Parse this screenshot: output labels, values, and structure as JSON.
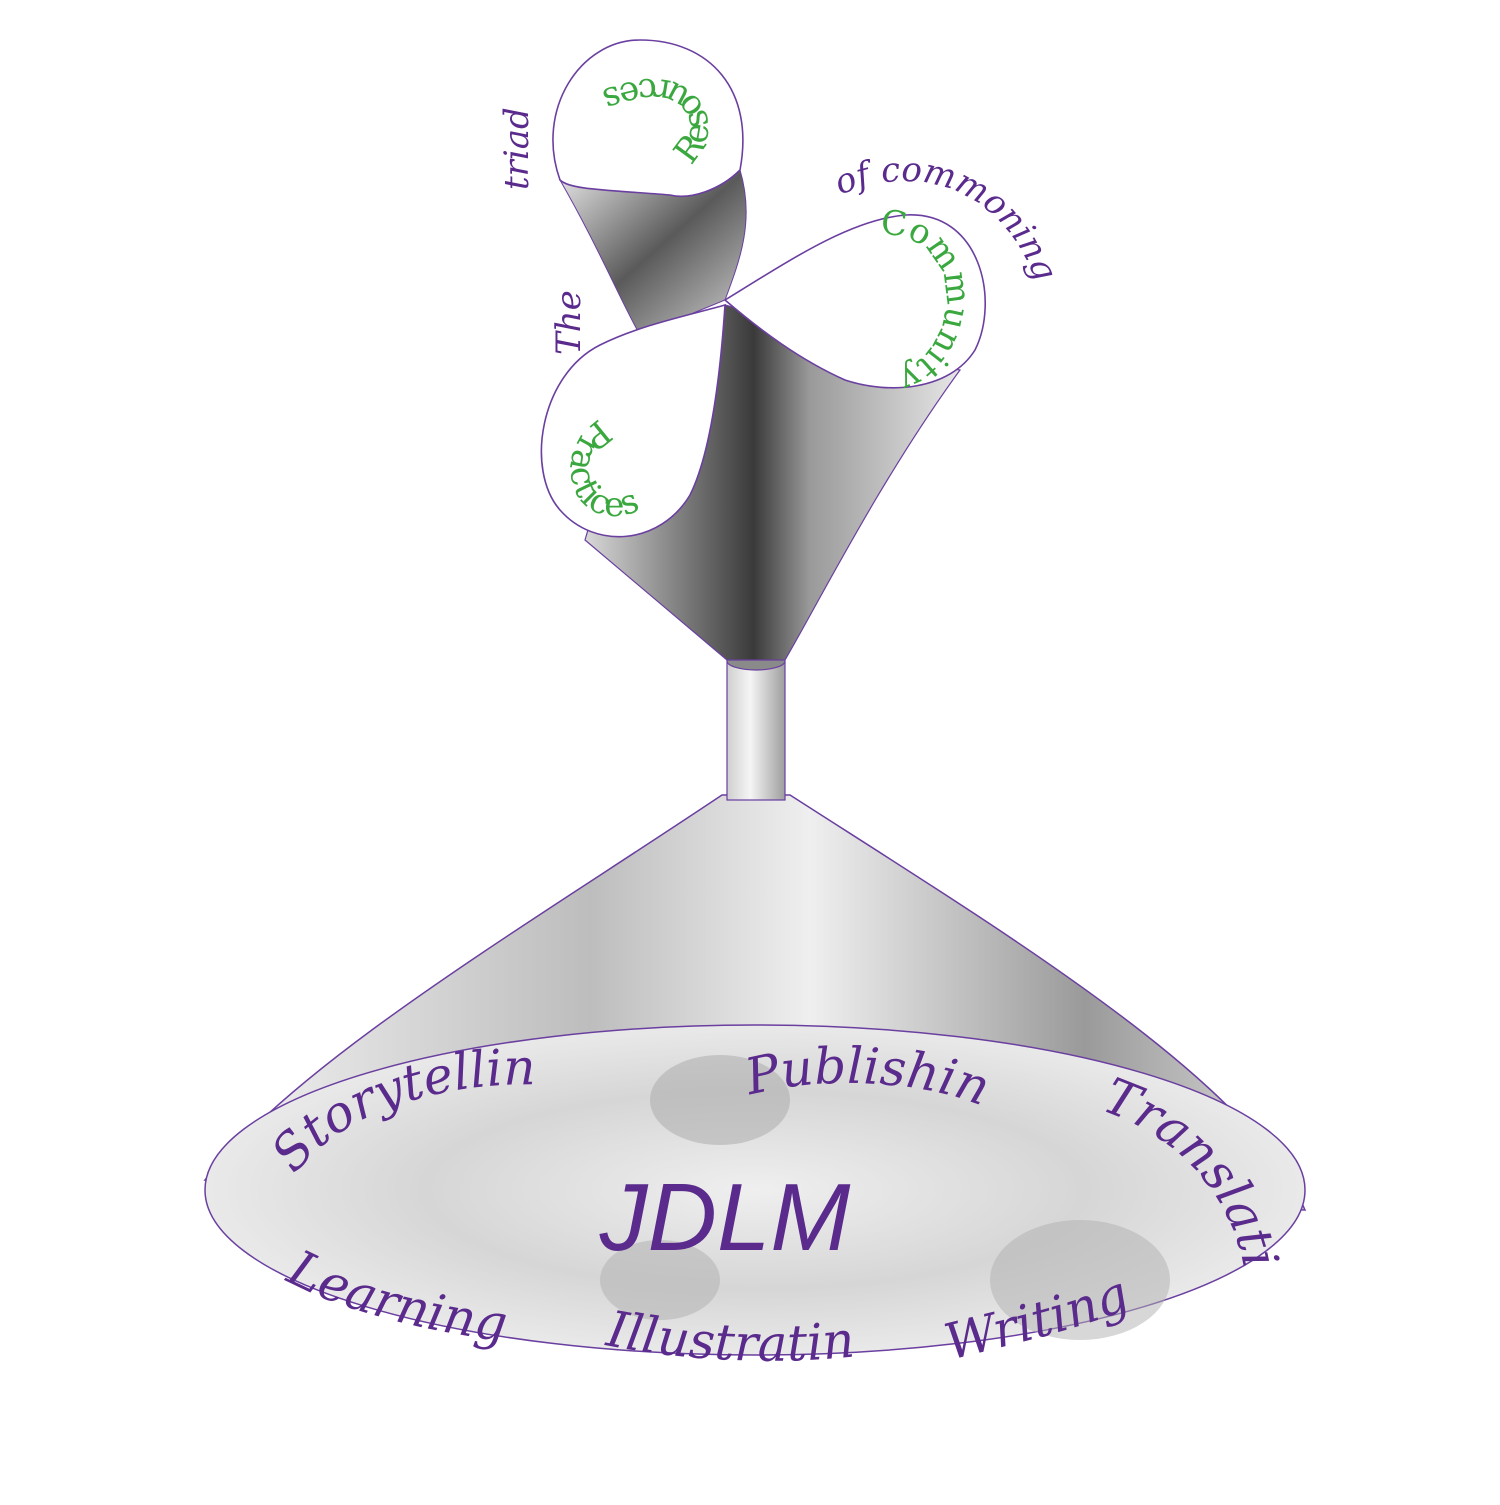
{
  "diagram": {
    "top_caption": {
      "word1": "The",
      "word2": "triad",
      "word3": "of commoning"
    },
    "lobes": {
      "resources": "Resources",
      "community": "Community",
      "practices": "Practices"
    },
    "center_label": "JDLM",
    "activities": {
      "storytelling": "Storytelling",
      "publishing": "Publishing",
      "translating": "Translating",
      "learning": "Learning",
      "illustrating": "Illustrating",
      "writing": "Writing"
    },
    "colors": {
      "purple": "#5a2a8c",
      "green": "#3aa83f",
      "stroke": "#6a3fa0"
    }
  }
}
